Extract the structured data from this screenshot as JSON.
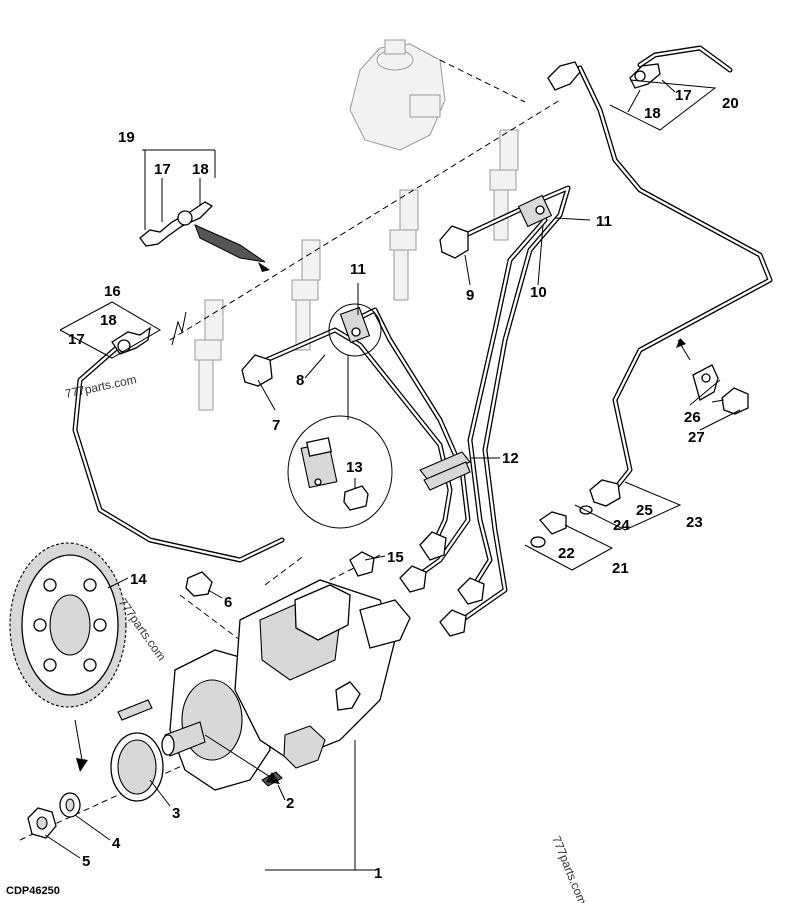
{
  "figure_code": "CDP46250",
  "watermarks": [
    "777parts.com",
    "777parts.com",
    "777parts.com"
  ],
  "callouts": {
    "c1": "1",
    "c2": "2",
    "c3": "3",
    "c4": "4",
    "c5": "5",
    "c6": "6",
    "c7": "7",
    "c8": "8",
    "c9": "9",
    "c10": "10",
    "c11a": "11",
    "c11b": "11",
    "c12": "12",
    "c13": "13",
    "c14": "14",
    "c15": "15",
    "c16": "16",
    "c17a": "17",
    "c17b": "17",
    "c17c": "17",
    "c18a": "18",
    "c18b": "18",
    "c18c": "18",
    "c19": "19",
    "c20": "20",
    "c21": "21",
    "c22": "22",
    "c23": "23",
    "c24": "24",
    "c25": "25",
    "c26": "26",
    "c27": "27"
  }
}
